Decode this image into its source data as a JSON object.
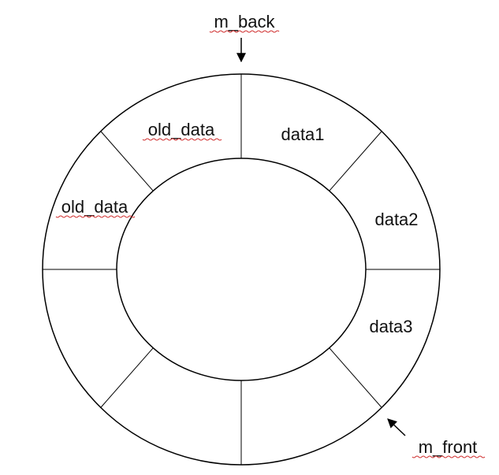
{
  "ring": {
    "segments": [
      {
        "label": "data1"
      },
      {
        "label": "data2"
      },
      {
        "label": "data3"
      },
      {
        "label": ""
      },
      {
        "label": ""
      },
      {
        "label": ""
      },
      {
        "label": "old_data"
      },
      {
        "label": "old_data"
      }
    ]
  },
  "pointers": {
    "back": {
      "label": "m_back"
    },
    "front": {
      "label": "m_front"
    }
  },
  "colors": {
    "stroke": "#000000",
    "spellcheck": "#d03030"
  }
}
